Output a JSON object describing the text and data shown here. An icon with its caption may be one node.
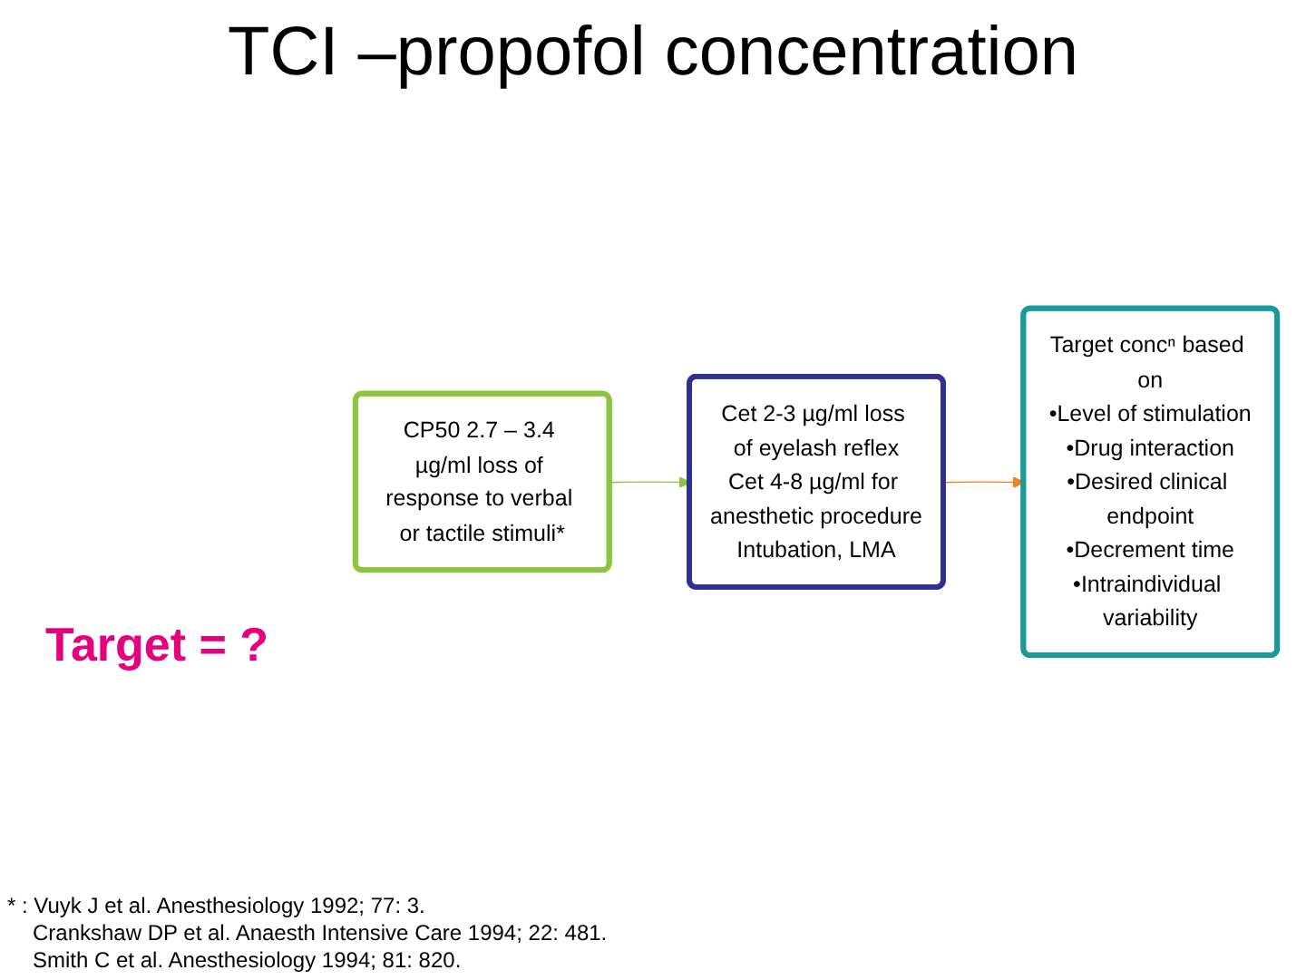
{
  "diagram": {
    "title": "TCI –propofol  concentration",
    "nodes": [
      {
        "text": [
          "CP50 2.7 – 3.4 µg/ml loss of response to verbal or tactile stimuli*"
        ]
      },
      {
        "text": [
          "Cet 2-3 µg/ml loss of eyelash reflex",
          "Cet 4-8 µg/ml for anesthetic procedure",
          "Intubation, LMA"
        ]
      },
      {
        "text": [
          "Target concⁿ based on",
          "•Level of stimulation",
          "•Drug interaction",
          "•Desired clinical endpoint",
          "•Decrement time",
          "•Intraindividual variability"
        ]
      }
    ],
    "edges": [
      {
        "from": 0,
        "to": 1,
        "arrow": "to",
        "color": "#8cc63f"
      },
      {
        "from": 1,
        "to": 2,
        "arrow": "to",
        "color": "#f58220"
      }
    ],
    "labels": [
      "Target = ?",
      "* : Vuyk J et al. Anesthesiology 1992; 77: 3.",
      "Crankshaw DP et al. Anaesth Intensive Care 1994; 22: 481.",
      "Smith C et al. Anesthesiology 1994; 81: 820."
    ]
  }
}
